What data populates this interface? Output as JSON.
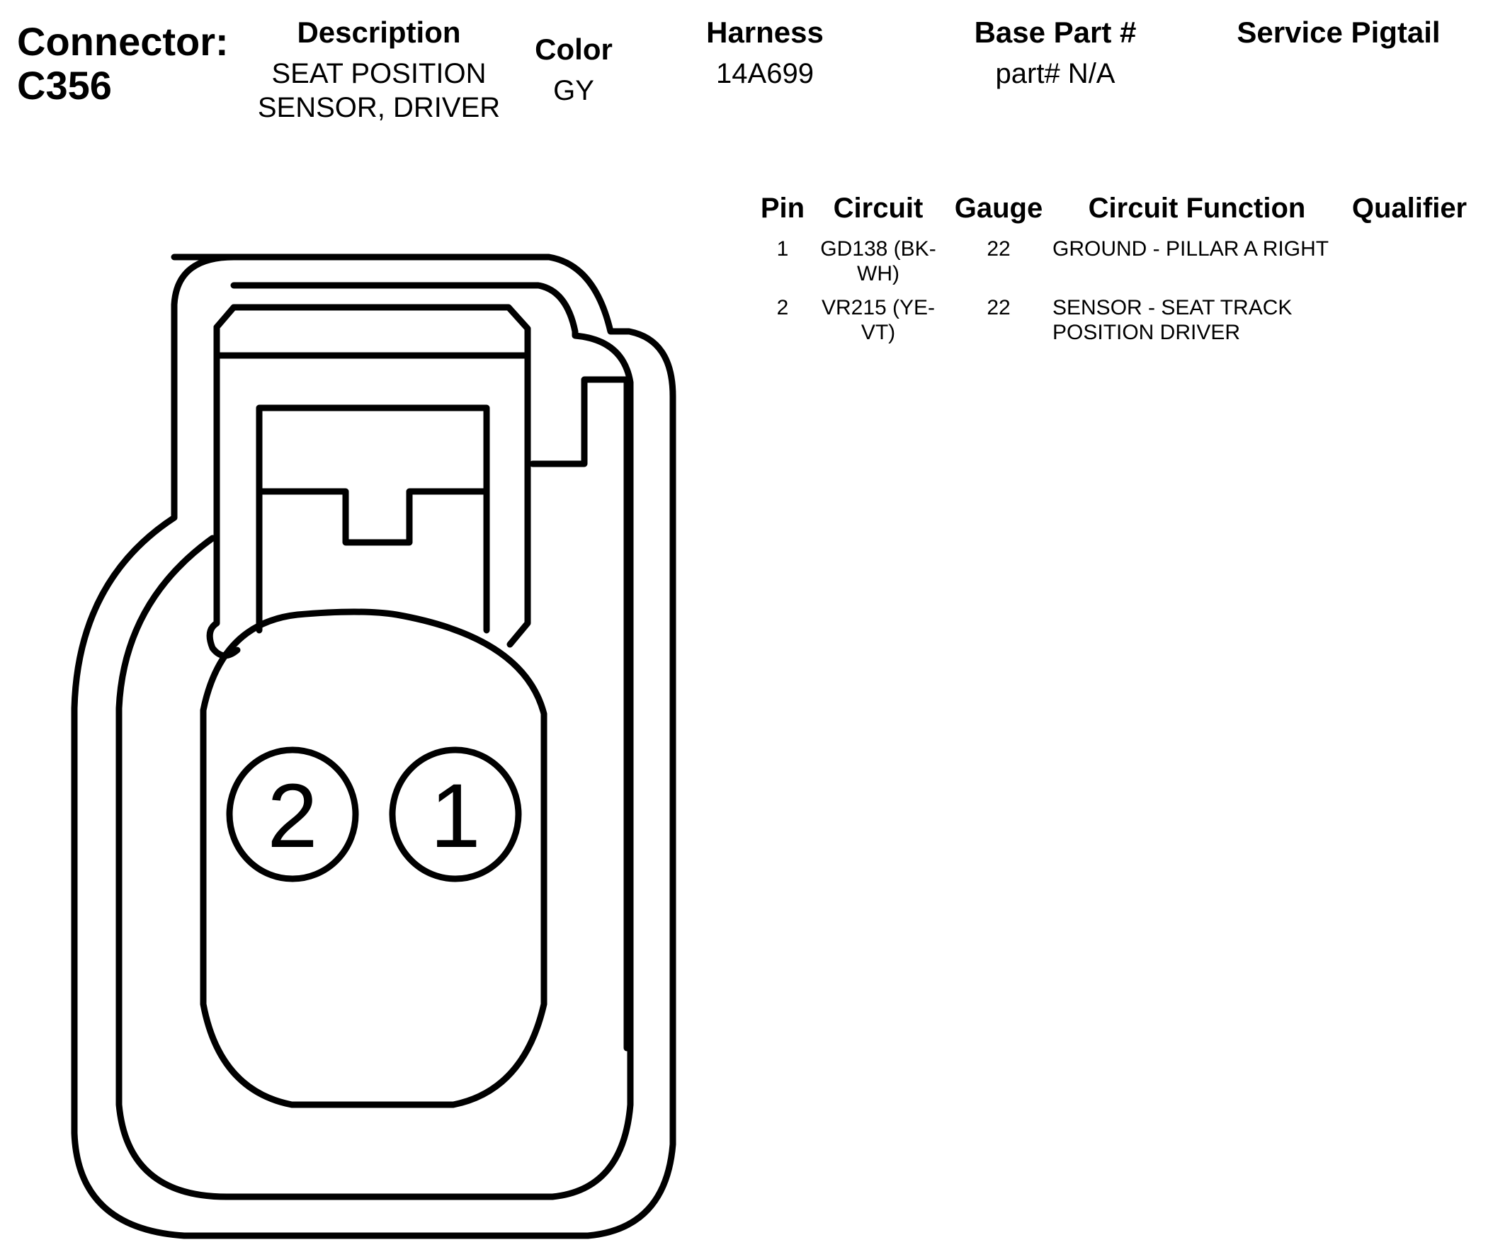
{
  "connector": {
    "label": "Connector:\nC356"
  },
  "header": {
    "description_title": "Description",
    "description_value": "SEAT POSITION\nSENSOR, DRIVER",
    "color_title": "Color",
    "color_value": "GY",
    "harness_title": "Harness",
    "harness_value": "14A699",
    "base_part_title": "Base Part #",
    "base_part_value": "part# N/A",
    "service_pigtail_title": "Service Pigtail"
  },
  "pin_table": {
    "columns": [
      "Pin",
      "Circuit",
      "Gauge",
      "Circuit Function",
      "Qualifier"
    ],
    "rows": [
      {
        "pin": "1",
        "circuit": "GD138 (BK-\nWH)",
        "gauge": "22",
        "function": "GROUND - PILLAR A RIGHT",
        "qualifier": ""
      },
      {
        "pin": "2",
        "circuit": "VR215 (YE-\nVT)",
        "gauge": "22",
        "function": "SENSOR - SEAT TRACK\nPOSITION DRIVER",
        "qualifier": ""
      }
    ]
  },
  "drawing": {
    "pin_labels": [
      "2",
      "1"
    ],
    "line_color": "#000000"
  }
}
